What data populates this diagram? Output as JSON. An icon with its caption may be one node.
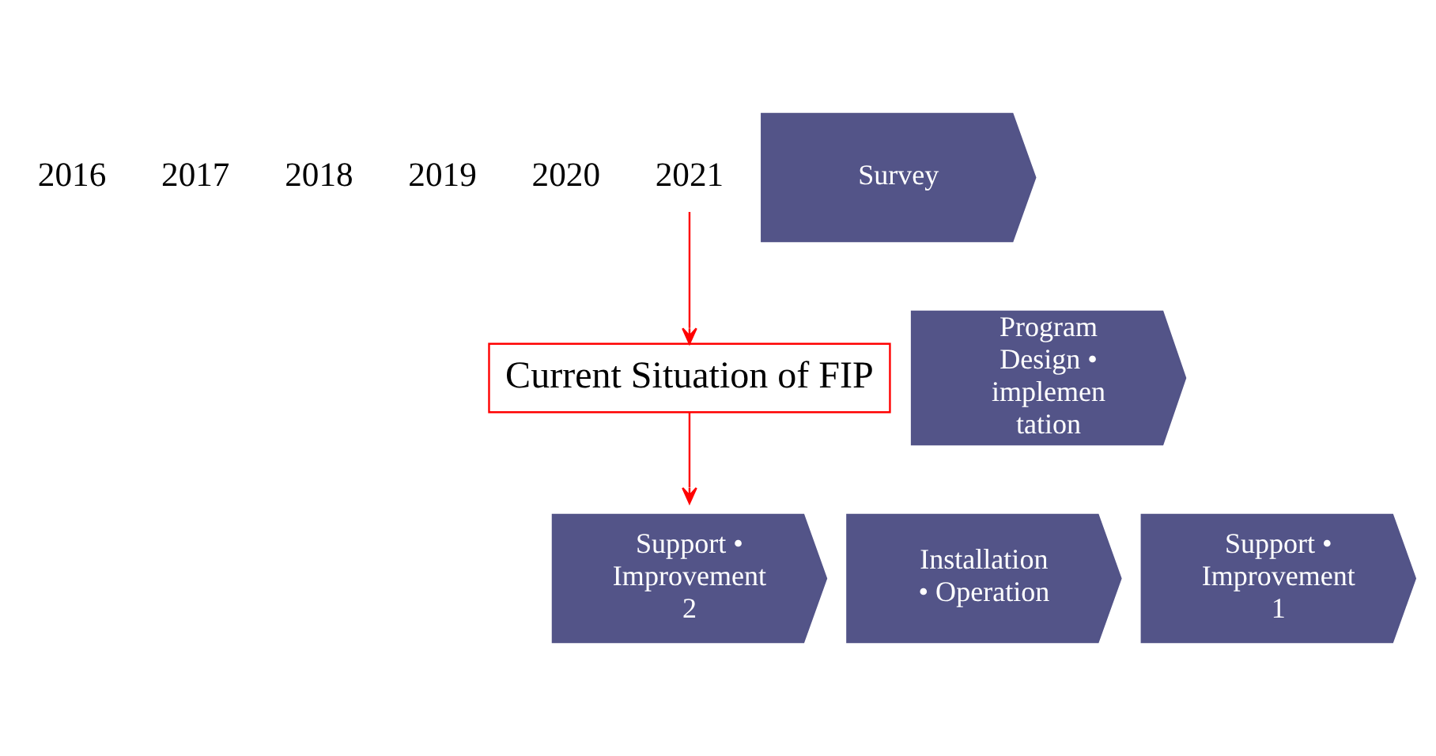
{
  "diagram": {
    "nodes": [
      {
        "text": [
          "2021"
        ]
      },
      {
        "text": [
          "Survey"
        ]
      },
      {
        "text": [
          "Program Design • implemen tation"
        ]
      },
      {
        "text": [
          "Current Situation of FIP"
        ]
      },
      {
        "text": [
          "Installation • Operation"
        ]
      },
      {
        "text": [
          "Support • Improvement 1"
        ]
      },
      {
        "text": [
          "Support • Improvement 2"
        ]
      }
    ],
    "edges": [
      {
        "from": 0,
        "to": 3,
        "arrow": "to"
      },
      {
        "from": 3,
        "to": 6,
        "arrow": "to"
      }
    ],
    "labels": [
      "2016",
      "2017",
      "2018",
      "2019",
      "2020"
    ]
  }
}
